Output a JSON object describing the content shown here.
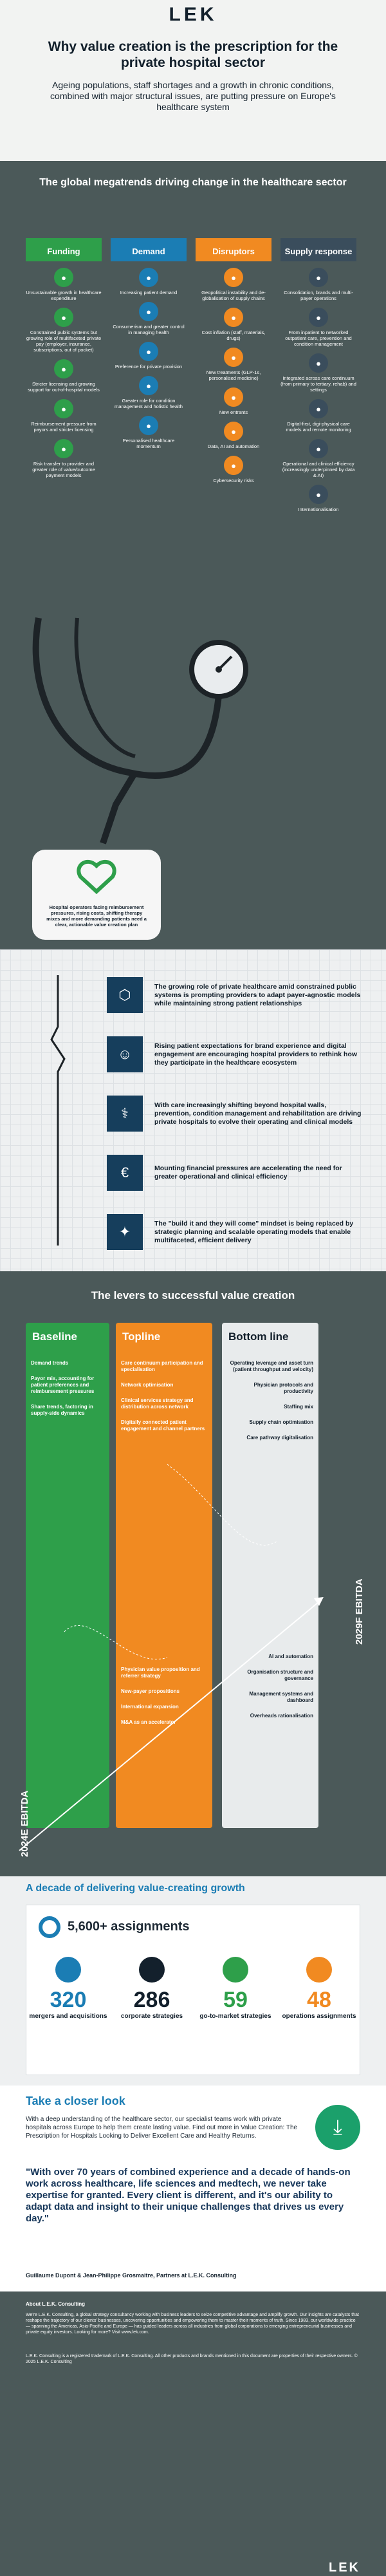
{
  "header": {
    "logo": "LEK",
    "title": "Why value creation is the prescription for the private hospital sector",
    "intro": "Ageing populations, staff shortages and a growth in chronic conditions, combined with major structural issues, are putting pressure on Europe's healthcare system"
  },
  "megatrends": {
    "title": "The global megatrends driving change in the healthcare sector",
    "columns": [
      {
        "label": "Funding",
        "color": "#2e9f4a",
        "items": [
          "Unsustainable growth in healthcare expenditure",
          "Constrained public systems but growing role of multifaceted private pay (employer, insurance, subscriptions, out of pocket)",
          "Stricter licensing and growing support for out-of-hospital models",
          "Reimbursement pressure from payors and stricter licensing",
          "Risk transfer to provider and greater role of value/outcome payment models"
        ]
      },
      {
        "label": "Demand",
        "color": "#1b7db4",
        "items": [
          "Increasing patient demand",
          "Consumerism and greater control in managing health",
          "Preference for private provision",
          "Greater role for condition management and holistic health",
          "Personalised healthcare momentum"
        ]
      },
      {
        "label": "Disruptors",
        "color": "#f18a21",
        "items": [
          "Geopolitical instability and de-globalisation of supply chains",
          "Cost inflation (staff, materials, drugs)",
          "New treatments (GLP-1s, personalised medicine)",
          "New entrants",
          "Data, AI and automation",
          "Cybersecurity risks"
        ]
      },
      {
        "label": "Supply response",
        "color": "#3a4d5c",
        "items": [
          "Consolidation, brands and multi-payer operations",
          "From inpatient to networked outpatient care, prevention and condition management",
          "Integrated across care continuum (from primary to tertiary, rehab) and settings",
          "Digital-first, digi-physical care models and remote monitoring",
          "Operational and clinical efficiency (increasingly underpinned by data & AI)",
          "Internationalisation"
        ]
      }
    ],
    "stethoscope_caption": "Hospital operators facing reimbursement pressures, rising costs, shifting therapy mixes and more demanding patients need a clear, actionable value creation plan"
  },
  "insights": [
    {
      "icon": "⬡",
      "text": "The growing role of private healthcare amid constrained public systems is prompting providers to adapt payer-agnostic models while maintaining strong patient relationships"
    },
    {
      "icon": "☺",
      "text": "Rising patient expectations for brand experience and digital engagement are encouraging hospital providers to rethink how they participate in the healthcare ecosystem"
    },
    {
      "icon": "⚕",
      "text": "With care increasingly shifting beyond hospital walls, prevention, condition management and rehabilitation are driving private hospitals to evolve their operating and clinical models"
    },
    {
      "icon": "€",
      "text": "Mounting financial pressures are accelerating the need for greater operational and clinical efficiency"
    },
    {
      "icon": "✦",
      "text": "The \"build it and they will come\" mindset is being replaced by strategic planning and scalable operating models that enable multifaceted, efficient delivery"
    }
  ],
  "levers": {
    "title": "The levers to successful value creation",
    "axis_left": "2024E EBITDA",
    "axis_right": "2029F EBITDA",
    "baseline": {
      "label": "Baseline",
      "items": [
        "Demand trends",
        "Payor mix, accounting for patient preferences and reimbursement pressures",
        "Share trends, factoring in supply-side dynamics"
      ]
    },
    "topline": {
      "label": "Topline",
      "items_top": [
        "Care continuum participation and specialisation",
        "Network optimisation",
        "Clinical services strategy and distribution across network",
        "Digitally connected patient engagement and channel partners"
      ],
      "items_bottom": [
        "Physician value proposition and referrer strategy",
        "New-payer propositions",
        "International expansion",
        "M&A as an accelerator"
      ]
    },
    "bottom": {
      "label": "Bottom line",
      "items_top": [
        "Operating leverage and asset turn (patient throughput and velocity)",
        "Physician protocols and productivity",
        "Staffing mix",
        "Supply chain optimisation",
        "Care pathway digitalisation"
      ],
      "items_bottom": [
        "AI and automation",
        "Organisation structure and governance",
        "Management systems and dashboard",
        "Overheads rationalisation"
      ]
    }
  },
  "decade": {
    "title": "A decade of delivering value-creating growth",
    "headline": "5,600+ assignments",
    "stats": [
      {
        "value": "320",
        "label": "mergers and acquisitions",
        "color": "#1b7db4"
      },
      {
        "value": "286",
        "label": "corporate strategies",
        "color": "#13202c"
      },
      {
        "value": "59",
        "label": "go-to-market strategies",
        "color": "#2e9f4a"
      },
      {
        "value": "48",
        "label": "operations assignments",
        "color": "#f18a21"
      }
    ]
  },
  "closer": {
    "title": "Take a closer look",
    "body": "With a deep understanding of the healthcare sector, our specialist teams work with private hospitals across Europe to help them create lasting value. Find out more in Value Creation: The Prescription for Hospitals Looking to Deliver Excellent Care and Healthy Returns.",
    "quote": "\"With over 70 years of combined experience and a decade of hands-on work across healthcare, life sciences and medtech, we never take expertise for granted. Every client is different, and it's our ability to adapt data and insight to their unique challenges that drives us every day.\"",
    "attribution": "Guillaume Dupont & Jean-Philippe Grosmaitre, Partners at L.E.K. Consulting"
  },
  "footer": {
    "heading": "About L.E.K. Consulting",
    "p1": "We're L.E.K. Consulting, a global strategy consultancy working with business leaders to seize competitive advantage and amplify growth. Our insights are catalysts that reshape the trajectory of our clients' businesses, uncovering opportunities and empowering them to master their moments of truth. Since 1983, our worldwide practice — spanning the Americas, Asia-Pacific and Europe — has guided leaders across all industries from global corporations to emerging entrepreneurial businesses and private equity investors. Looking for more? Visit www.lek.com.",
    "p2": "L.E.K. Consulting is a registered trademark of L.E.K. Consulting. All other products and brands mentioned in this document are properties of their respective owners. © 2025 L.E.K. Consulting",
    "logo": "LEK"
  }
}
